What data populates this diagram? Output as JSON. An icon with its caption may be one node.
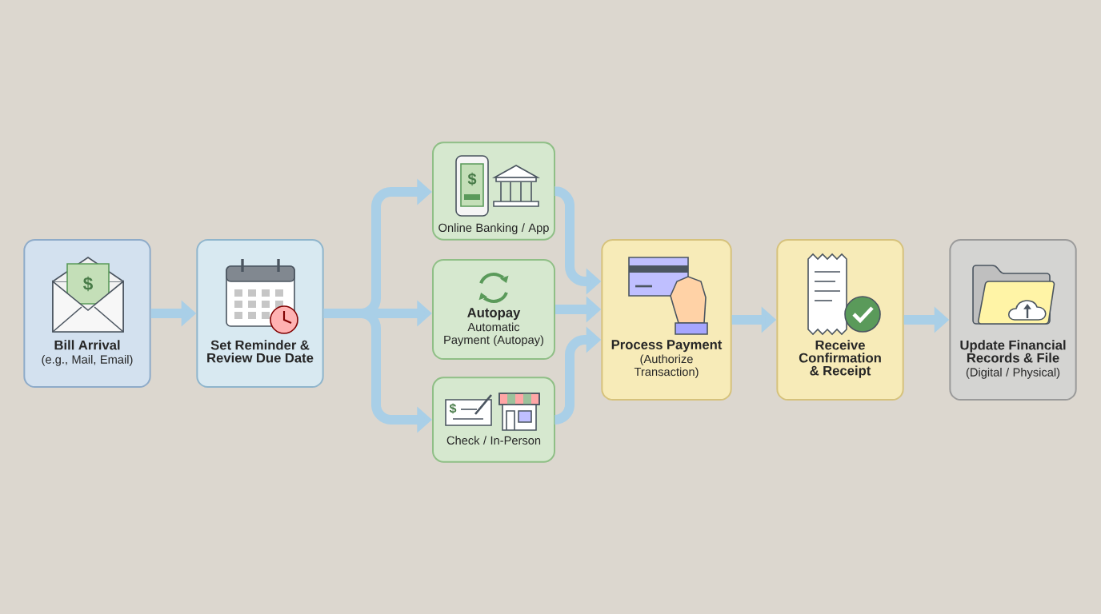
{
  "diagram": {
    "nodes": [
      {
        "text": [
          "Bill Arrival",
          "(e.g., Mail, Email)"
        ]
      },
      {
        "text": [
          "Set Reminder & Review Due Date"
        ]
      },
      {
        "text": [
          "Online Banking / App"
        ]
      },
      {
        "text": [
          "Autopay",
          "Automatic Payment (Autopay)"
        ]
      },
      {
        "text": [
          "Check / In-Person"
        ]
      },
      {
        "text": [
          "Process Payment",
          "(Authorize Transaction)"
        ]
      },
      {
        "text": [
          "Receive Confirmation & Receipt"
        ]
      },
      {
        "text": [
          "Update Financial Records & File",
          "(Digital / Physical)"
        ]
      }
    ],
    "edges": [
      {
        "from": 0,
        "to": 1,
        "arrow": "to"
      },
      {
        "from": 1,
        "to": 2,
        "arrow": "to"
      },
      {
        "from": 1,
        "to": 3,
        "arrow": "to"
      },
      {
        "from": 1,
        "to": 4,
        "arrow": "to"
      },
      {
        "from": 2,
        "to": 5,
        "arrow": "to"
      },
      {
        "from": 3,
        "to": 5,
        "arrow": "to"
      },
      {
        "from": 4,
        "to": 5,
        "arrow": "to"
      },
      {
        "from": 5,
        "to": 6,
        "arrow": "to"
      },
      {
        "from": 6,
        "to": 7,
        "arrow": "to"
      }
    ],
    "labels": [
      "$",
      "$",
      "$"
    ]
  }
}
